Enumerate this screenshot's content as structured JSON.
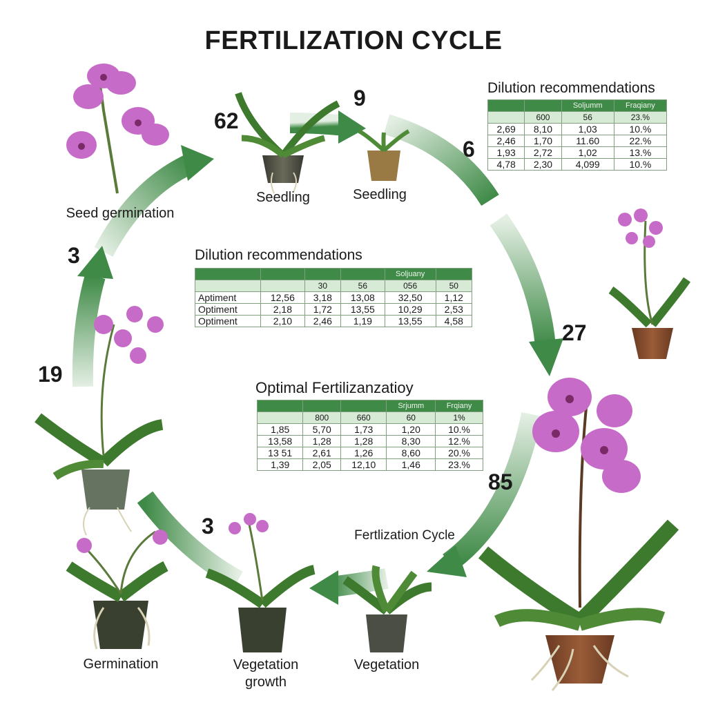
{
  "title": "FERTILIZATION CYCLE",
  "colors": {
    "arrow": "#3f8a47",
    "arrow_light": "#dbe9db",
    "table_header": "#3f8a47",
    "table_subheader": "#d6ead6",
    "flower": "#c76bc8",
    "leaf": "#3e7a2e"
  },
  "numbers": {
    "n62": "62",
    "n9": "9",
    "n6": "6",
    "n3_top": "3",
    "n19": "19",
    "n27": "27",
    "n85": "85",
    "n3_bottom": "3"
  },
  "stages": {
    "seed_germination": "Seed germination",
    "seedling_1": "Seedling",
    "seedling_2": "Seedling",
    "germination": "Germination",
    "vegetation_growth": "Vegetation growth",
    "vegetation": "Vegetation",
    "cycle_label": "Fertlization Cycle"
  },
  "tables": {
    "top_right": {
      "title": "Dilution recommendations",
      "header1": [
        "",
        "",
        "Soljumm",
        "Fraqiany"
      ],
      "header2": [
        "",
        "600",
        "56",
        "23.%"
      ],
      "rows": [
        [
          "2,69",
          "8,10",
          "1,03",
          "10.%"
        ],
        [
          "2,46",
          "1,70",
          "11.60",
          "22.%"
        ],
        [
          "1,93",
          "2,72",
          "1,02",
          "13.%"
        ],
        [
          "4,78",
          "2,30",
          "4,099",
          "10.%"
        ]
      ]
    },
    "middle": {
      "title": "Dilution recommendations",
      "header1": [
        "",
        "",
        "",
        "",
        "Soljuany",
        ""
      ],
      "header2": [
        "",
        "",
        "30",
        "56",
        "056",
        "50"
      ],
      "rows": [
        [
          "Aptiment",
          "12,56",
          "3,18",
          "13,08",
          "32,50",
          "1,12"
        ],
        [
          "Optiment",
          "2,18",
          "1,72",
          "13,55",
          "10,29",
          "2,53"
        ],
        [
          "Optiment",
          "2,10",
          "2,46",
          "1,19",
          "13,55",
          "4,58"
        ]
      ]
    },
    "lower": {
      "title": "Optimal Fertilizanzatioy",
      "header1": [
        "",
        "",
        "",
        "Srjumm",
        "Frqiany"
      ],
      "header2": [
        "",
        "800",
        "660",
        "60",
        "1%"
      ],
      "rows": [
        [
          "1,85",
          "5,70",
          "1,73",
          "1,20",
          "10.%"
        ],
        [
          "13,58",
          "1,28",
          "1,28",
          "8,30",
          "12.%"
        ],
        [
          "13 51",
          "2,61",
          "1,26",
          "8,60",
          "20.%"
        ],
        [
          "1,39",
          "2,05",
          "12,10",
          "1,46",
          "23.%"
        ]
      ]
    }
  }
}
